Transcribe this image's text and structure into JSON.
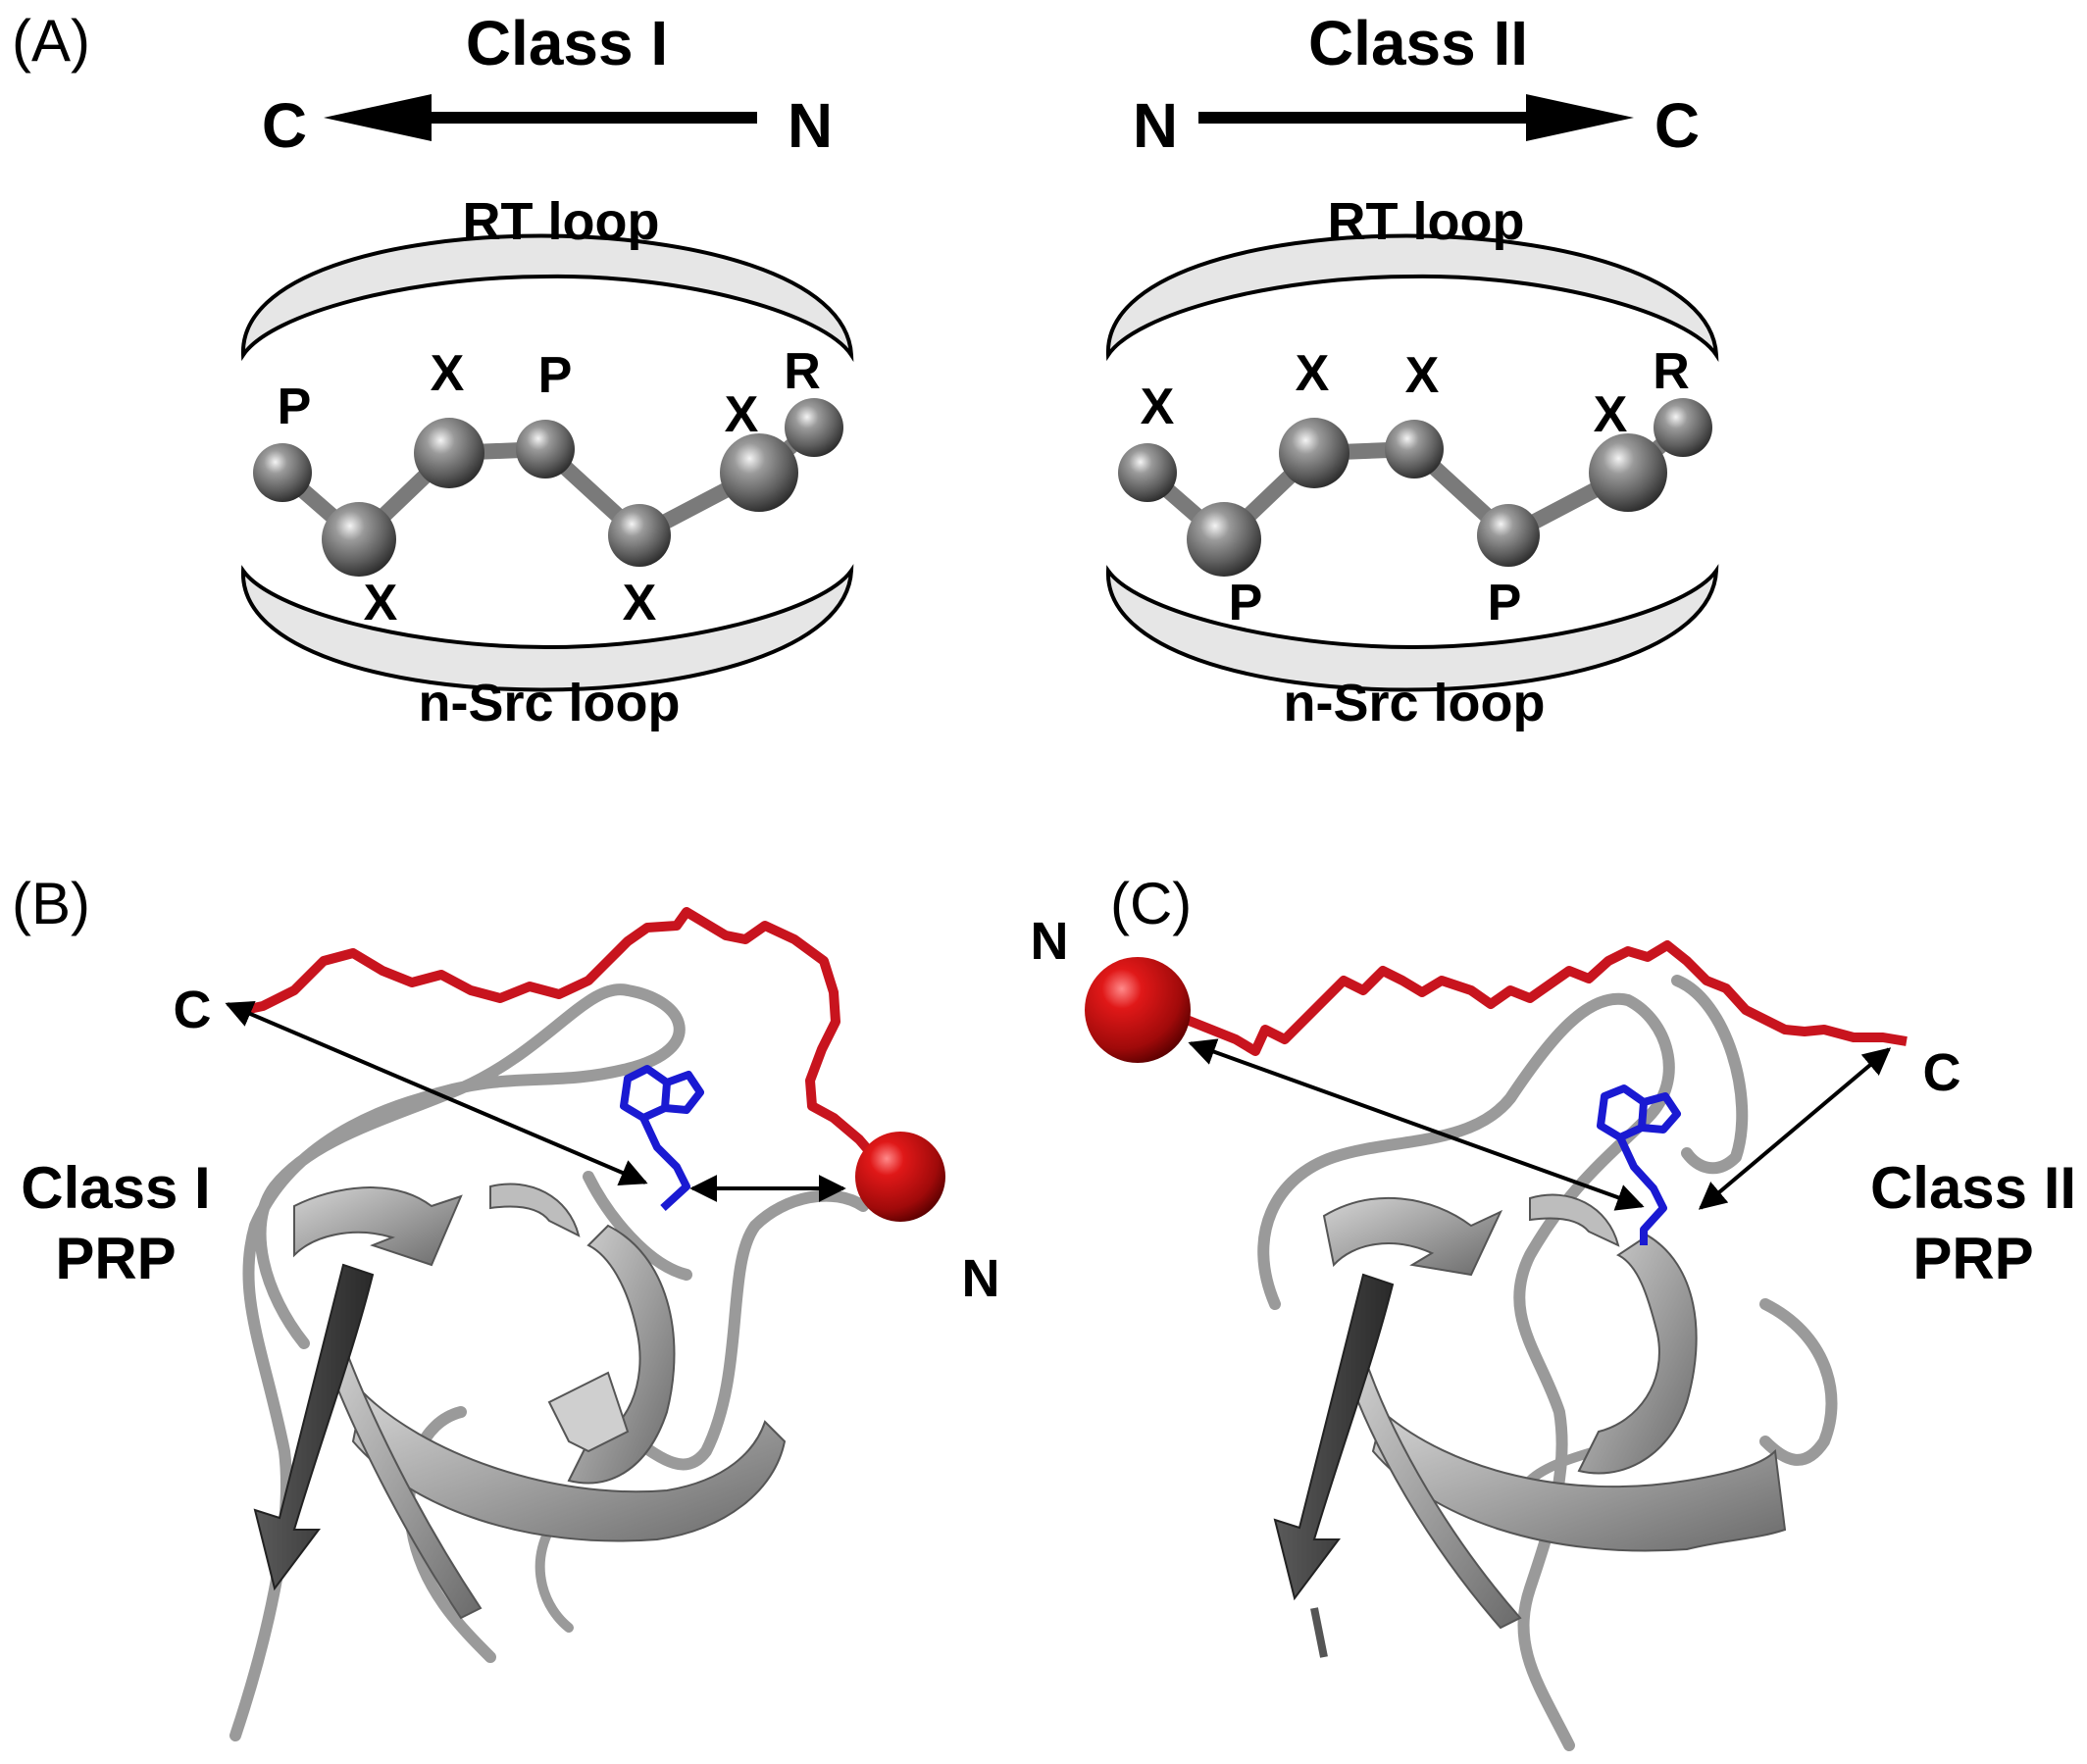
{
  "panels": {
    "A": "(A)",
    "B": "(B)",
    "C": "(C)"
  },
  "class1": {
    "title": "Class I",
    "left_terminus": "C",
    "right_terminus": "N",
    "rt_loop": "RT loop",
    "nsrc_loop": "n-Src loop",
    "residues_top": [
      "P",
      "X",
      "P",
      "X",
      "R"
    ],
    "residues_bottom": [
      "X",
      "X"
    ]
  },
  "class2": {
    "title": "Class II",
    "left_terminus": "N",
    "right_terminus": "C",
    "rt_loop": "RT loop",
    "nsrc_loop": "n-Src loop",
    "residues_top": [
      "X",
      "X",
      "X",
      "X",
      "R"
    ],
    "residues_bottom": [
      "P",
      "P"
    ]
  },
  "structure_b": {
    "c_label": "C",
    "n_label": "N",
    "caption_line1": "Class I",
    "caption_line2": "PRP"
  },
  "structure_c": {
    "n_label": "N",
    "c_label": "C",
    "caption_line1": "Class II",
    "caption_line2": "PRP"
  },
  "colors": {
    "loop_fill": "#e6e6e6",
    "bead": "#6e6e6e",
    "peptide": "#c8141e",
    "trp": "#1a1ad2",
    "ribbon": "#a8a8a8",
    "ribbon_dark": "#3a3a3a"
  }
}
